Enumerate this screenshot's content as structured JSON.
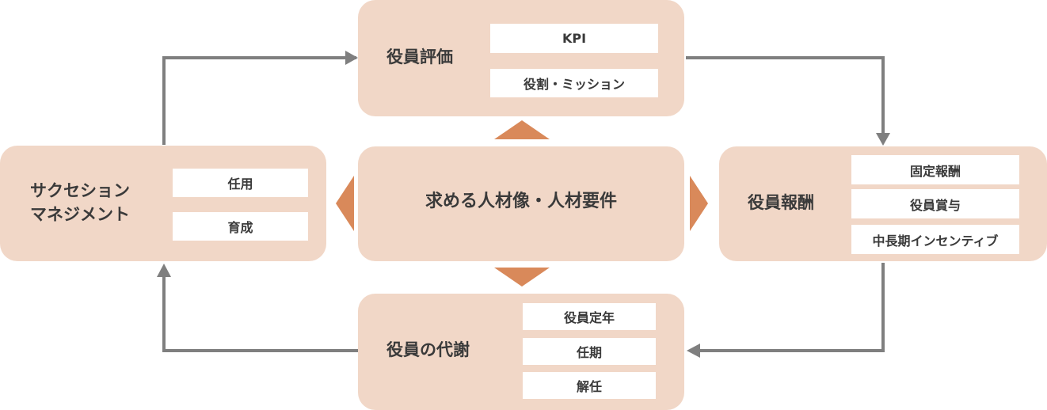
{
  "colors": {
    "box_fill": "#f1d7c7",
    "triangle": "#d9895a",
    "arrow": "#7f7f7f",
    "tag_fill": "#ffffff"
  },
  "center": {
    "title": "求める人材像・人材要件"
  },
  "top": {
    "title": "役員評価",
    "items": [
      "KPI",
      "役割・ミッション"
    ]
  },
  "right": {
    "title": "役員報酬",
    "items": [
      "固定報酬",
      "役員賞与",
      "中長期インセンティブ"
    ]
  },
  "bottom": {
    "title": "役員の代謝",
    "items": [
      "役員定年",
      "任期",
      "解任"
    ]
  },
  "left": {
    "title_line1": "サクセション",
    "title_line2": "マネジメント",
    "items": [
      "任用",
      "育成"
    ]
  }
}
